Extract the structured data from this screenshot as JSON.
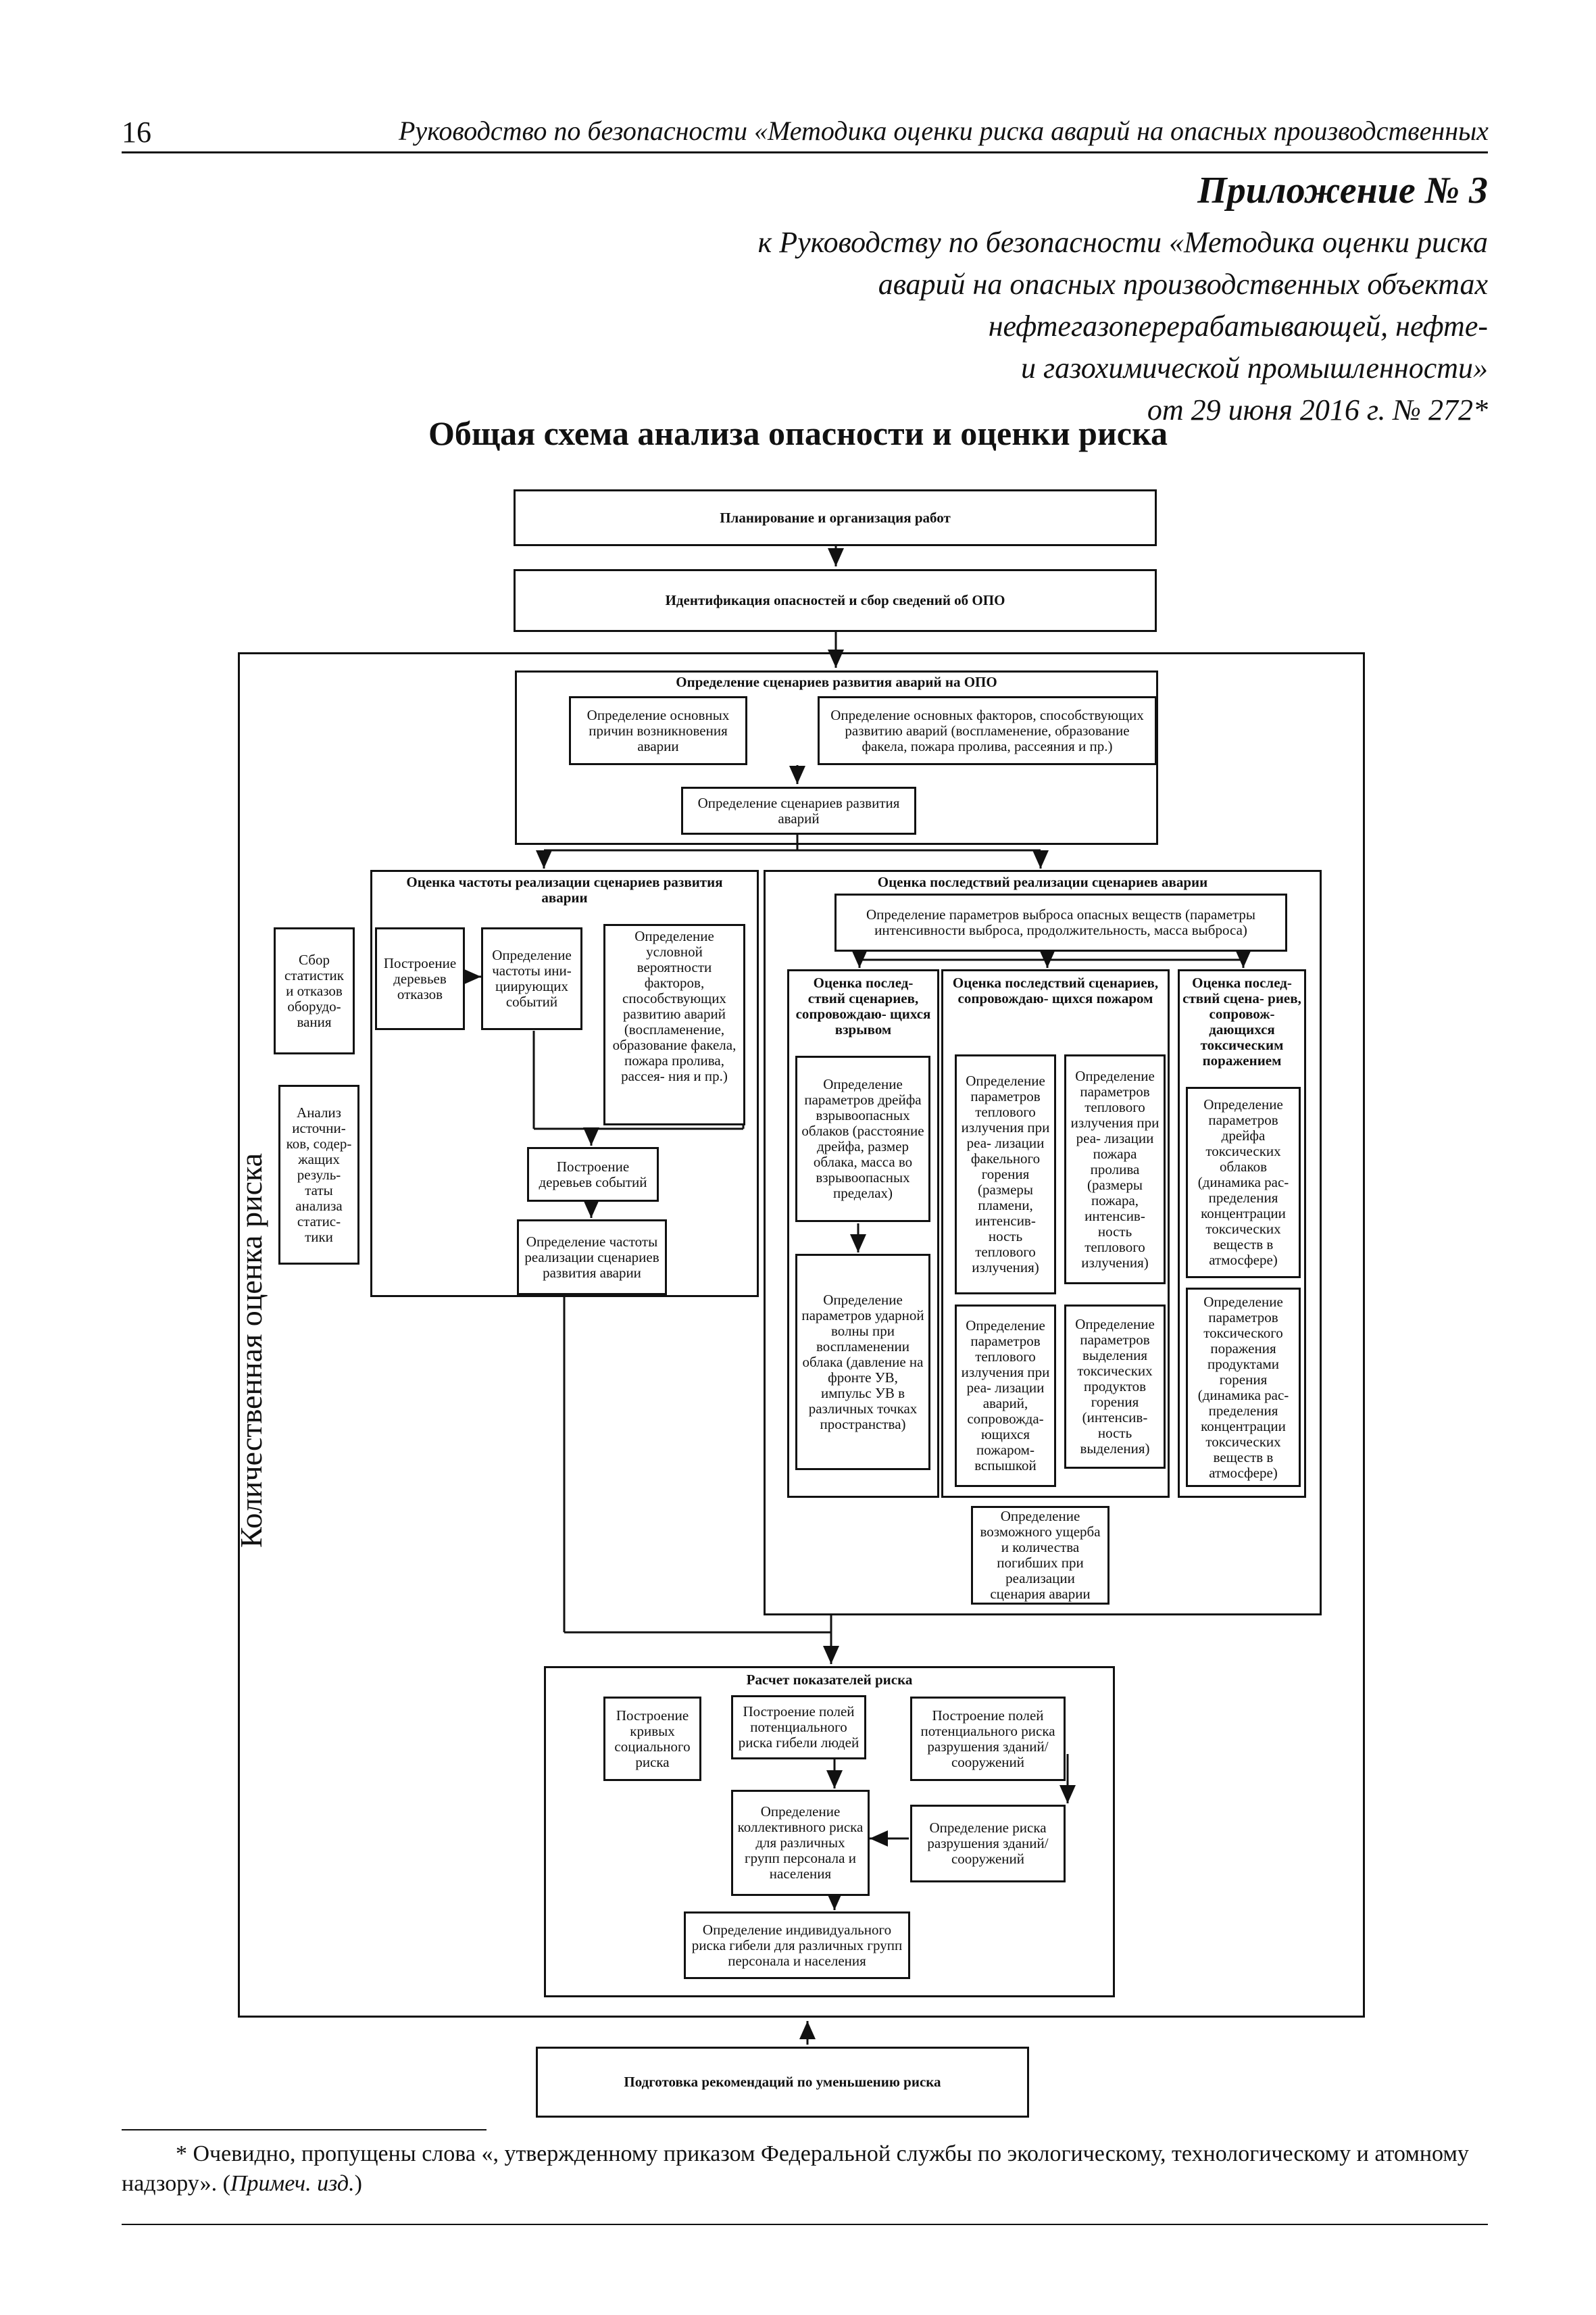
{
  "header": {
    "page_number": "16",
    "running_title": "Руководство по безопасности «Методика оценки риска аварий на опасных производственных"
  },
  "appendix": {
    "title": "Приложение № 3",
    "lines": [
      "к Руководству по безопасности «Методика оценки риска",
      "аварий на опасных производственных объектах",
      "нефтегазоперерабатывающей, нефте-",
      "и газохимической промышленности»",
      "от 29 июня 2016 г. № 272*"
    ]
  },
  "scheme_title": "Общая схема анализа опасности и оценки риска",
  "side_label": "Количественная оценка риска",
  "boxes": {
    "planning": "Планирование и организация работ",
    "identification": "Идентификация опасностей и сбор сведений об ОПО",
    "scenarios_group": "Определение сценариев развития аварий на ОПО",
    "main_causes": "Определение основных причин возникновения аварии",
    "main_factors": "Определение основных факторов, способствующих развитию аварий (воспламенение, образование факела, пожара пролива, рассеяния и пр.)",
    "scenarios": "Определение сценариев развития аварий",
    "frequency_group": "Оценка частоты реализации сценариев развития аварии",
    "stats_collection": "Сбор статистик и отказов оборудо- вания",
    "sources_analysis": "Анализ источни- ков, содер- жащих резуль- таты анализа статис- тики",
    "fault_trees": "Построение деревьев отказов",
    "initiating_freq": "Определение частоты ини- циирующих событий",
    "conditional_prob": "Определение условной вероятности факторов, способствующих развитию аварий (воспламенение, образование факела, пожара пролива, рассея- ния и пр.)",
    "event_trees": "Построение деревьев событий",
    "scenario_freq": "Определение частоты реализации сценариев развития аварии",
    "consequences_group": "Оценка последствий реализации сценариев аварии",
    "release_params": "Определение параметров выброса опасных веществ (параметры интенсивности выброса, продолжительность, масса выброса)",
    "explosion_group": "Оценка послед- ствий сценариев, сопровождаю- щихся взрывом",
    "drift_explosive": "Определение параметров дрейфа взрывоопасных облаков (расстояние дрейфа, размер облака, масса во взрывоопасных пределах)",
    "shock_wave": "Определение параметров ударной волны при воспламенении облака (давление на фронте УВ, импульс УВ в различных точках пространства)",
    "fire_group": "Оценка последствий сценариев, сопровождаю- щихся пожаром",
    "torch_heat": "Определение параметров теплового излучения при реа- лизации факельного горения (размеры пламени, интенсив- ность теплового излучения)",
    "pool_heat": "Определение параметров теплового излучения при реа- лизации пожара пролива (размеры пожара, интенсив- ность теплового излучения)",
    "flash_heat": "Определение параметров теплового излучения при реа- лизации аварий, сопровожда- ющихся пожаром- вспышкой",
    "combustion_toxic": "Определение параметров выделения токсических продуктов горения (интенсив- ность выделения)",
    "toxic_group": "Оценка послед- ствий сцена- риев, сопровож- дающихся токсическим поражением",
    "toxic_drift": "Определение параметров дрейфа токсических облаков (динамика рас- пределения концентрации токсических веществ в атмосфере)",
    "toxic_combustion": "Определение параметров токсического поражения продуктами горения (динамика рас- пределения концентрации токсических веществ в атмосфере)",
    "damage": "Определение возможного ущерба и количества погибших при реализации сценария аварии",
    "risk_calc_group": "Расчет показателей риска",
    "social_risk": "Построение кривых социального риска",
    "fatality_field": "Построение полей потенциального риска гибели людей",
    "destruction_field": "Построение полей потенциального риска разрушения зданий/сооружений",
    "collective_risk": "Определение коллективного риска для различных групп персонала и населения",
    "destruction_risk": "Определение риска разрушения зданий/сооружений",
    "individual_risk": "Определение индивидуального риска гибели для различных групп персонала и населения",
    "recommendations": "Подготовка рекомендаций по уменьшению риска"
  },
  "footnote": {
    "text": "* Очевидно, пропущены слова «, утвержденному приказом Федеральной службы по экологическому, технологическому и атомному надзору». (",
    "note": "Примеч. изд.",
    "close": ")"
  }
}
